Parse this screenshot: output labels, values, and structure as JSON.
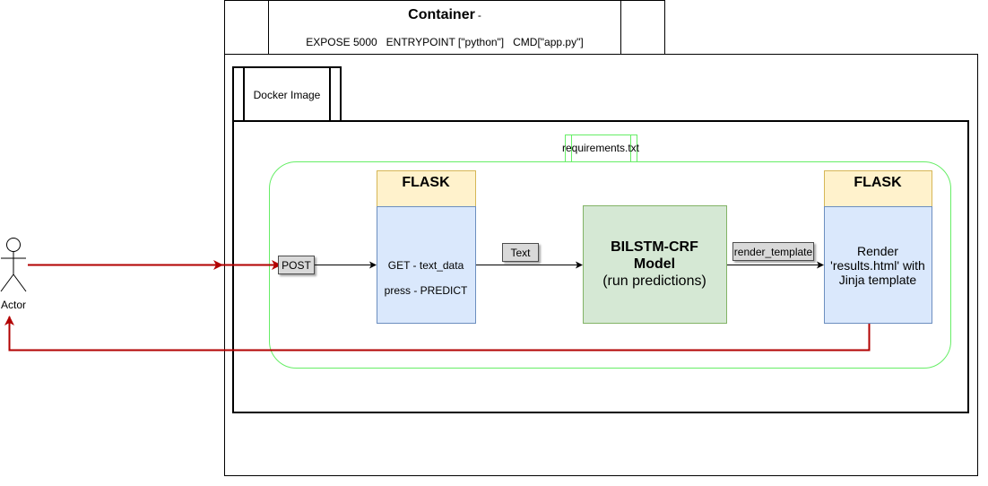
{
  "container": {
    "title": "Container",
    "title_suffix": "-",
    "subtitle": "EXPOSE 5000   ENTRYPOINT [\"python\"]   CMD[\"app.py\"]"
  },
  "docker_image": {
    "label": "Docker Image"
  },
  "requirements": {
    "label": "requirements.txt"
  },
  "actor": {
    "label": "Actor"
  },
  "flask_left": {
    "header": "FLASK",
    "line1": "GET - text_data",
    "line2": "press - PREDICT"
  },
  "model": {
    "line1": "BILSTM-CRF",
    "line2": "Model",
    "line3": "(run predictions)"
  },
  "flask_right": {
    "header": "FLASK",
    "body": "Render 'results.html' with Jinja template"
  },
  "edges": {
    "post": "POST",
    "text": "Text",
    "render_template": "render_template"
  },
  "colors": {
    "flask_header": "#fff2cc",
    "flask_header_border": "#d6b656",
    "flask_body": "#dae8fc",
    "flask_body_border": "#6c8ebf",
    "model_fill": "#d5e8d4",
    "model_border": "#82b366",
    "green_outline": "#66ee66",
    "red_arrow": "#b20000"
  }
}
